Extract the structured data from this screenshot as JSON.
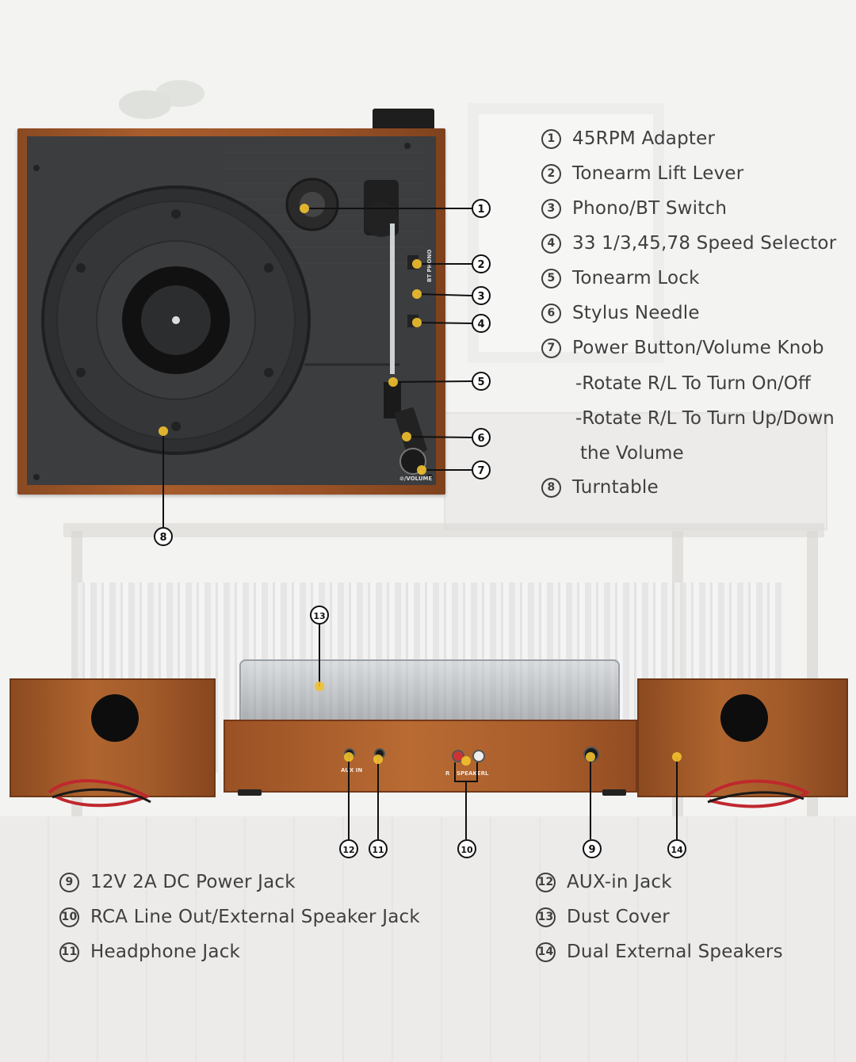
{
  "callouts": [
    {
      "num": "1",
      "label": "45RPM Adapter"
    },
    {
      "num": "2",
      "label": "Tonearm Lift Lever"
    },
    {
      "num": "3",
      "label": "Phono/BT Switch"
    },
    {
      "num": "4",
      "label": "33 1/3,45,78 Speed Selector"
    },
    {
      "num": "5",
      "label": "Tonearm Lock"
    },
    {
      "num": "6",
      "label": "Stylus Needle"
    },
    {
      "num": "7",
      "label": "Power Button/Volume Knob"
    },
    {
      "num": "8",
      "label": "Turntable"
    },
    {
      "num": "9",
      "label": "12V 2A DC Power Jack"
    },
    {
      "num": "10",
      "label": "RCA Line Out/External Speaker Jack"
    },
    {
      "num": "11",
      "label": "Headphone Jack"
    },
    {
      "num": "12",
      "label": "AUX-in Jack"
    },
    {
      "num": "13",
      "label": "Dust Cover"
    },
    {
      "num": "14",
      "label": "Dual External Speakers"
    }
  ],
  "power_sub": [
    "-Rotate R/L To Turn On/Off",
    "-Rotate R/L To Turn Up/Down",
    "the Volume"
  ],
  "panel_labels": {
    "bt_phono": "BT PHONO",
    "volume": "⊘/VOLUME",
    "aux_in": "AUX IN",
    "speaker": "SPEAKER",
    "r": "R",
    "l": "L"
  },
  "colors": {
    "wood": "#a85d2c",
    "plate": "#3c3d3f",
    "dot": "#f2c12e",
    "text": "#3f3f3f"
  }
}
